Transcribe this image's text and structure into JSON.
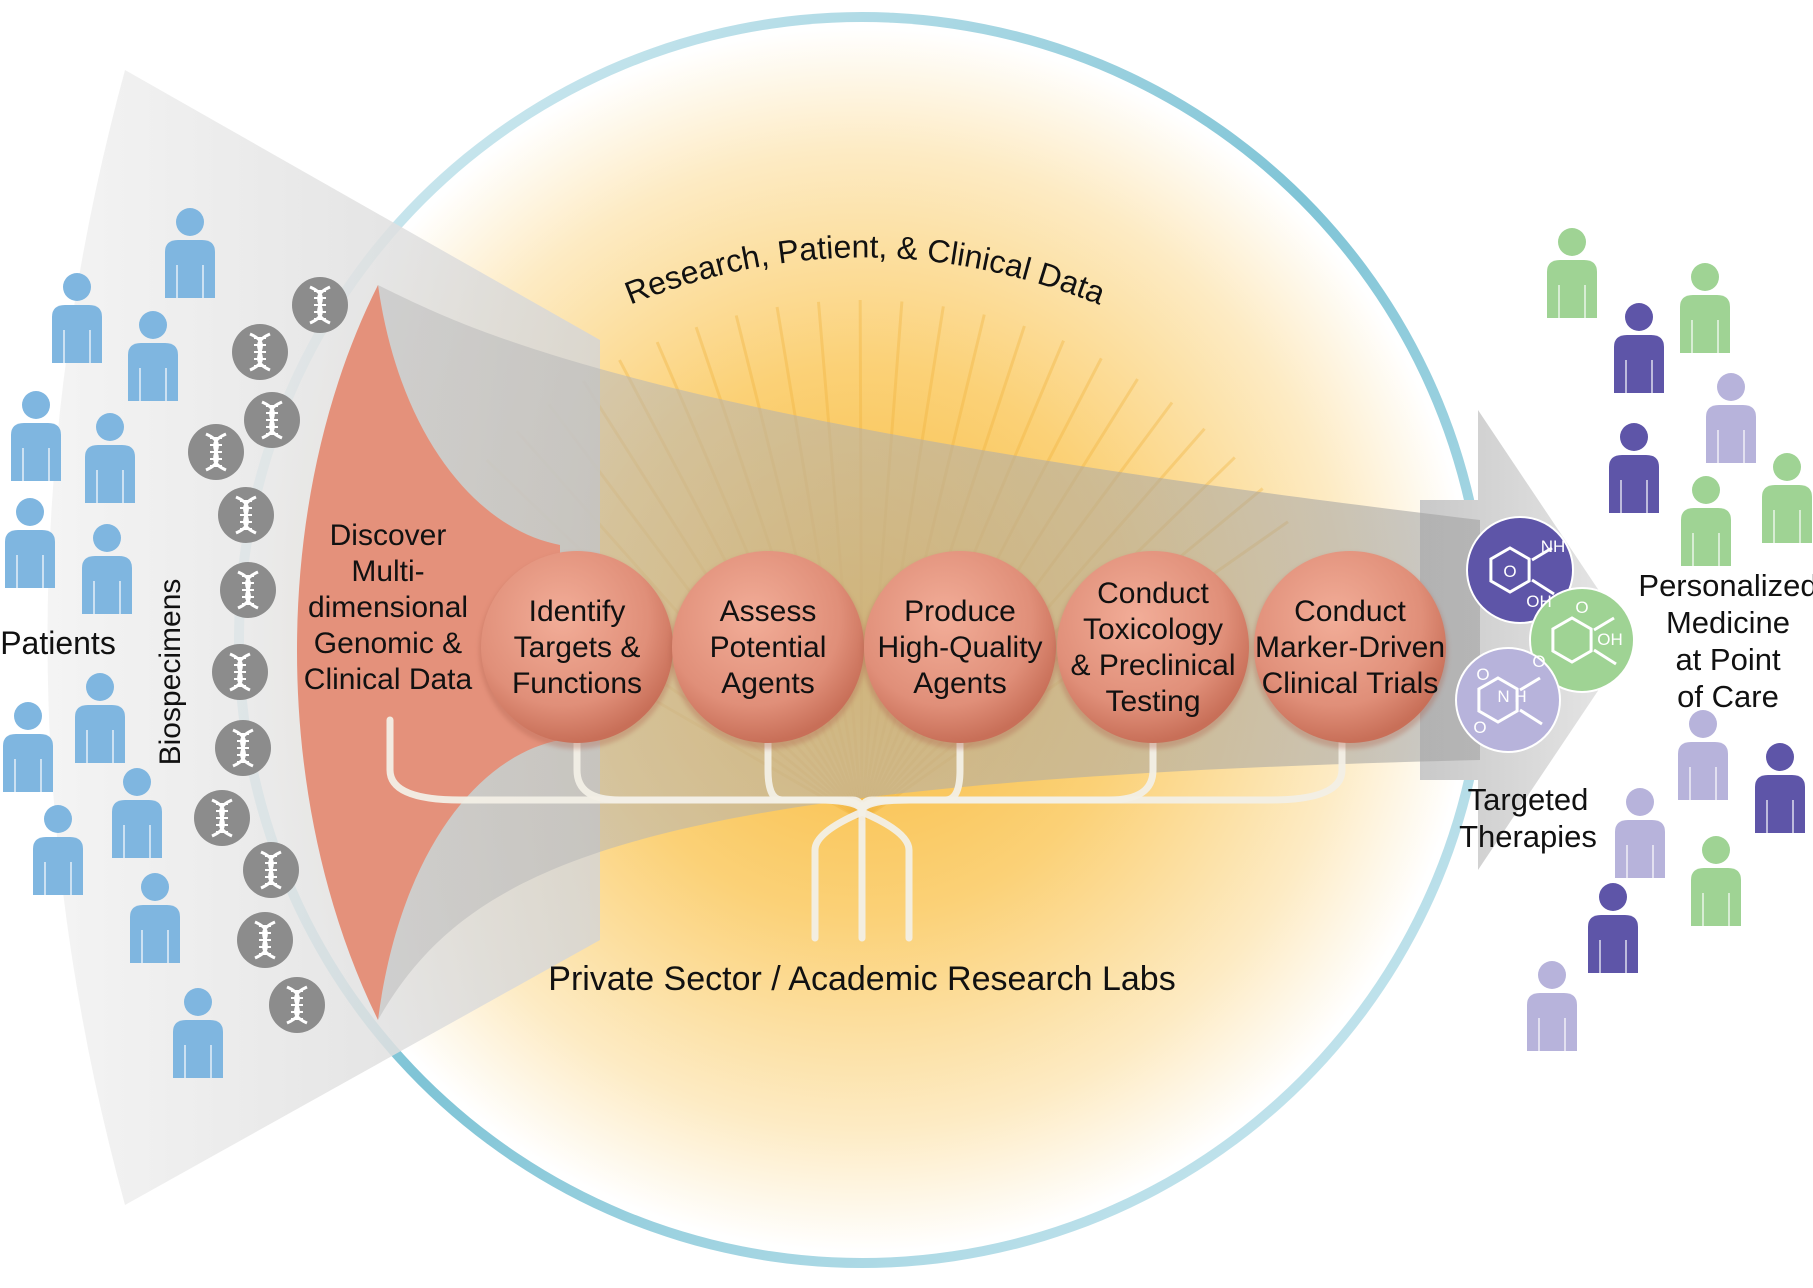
{
  "patients_label": "Patients",
  "biospecimens_label": "Biospecimens",
  "arc_label": "Research, Patient, & Clinical Data",
  "labs_label": "Private Sector / Academic Research Labs",
  "therapies_label": [
    "Targeted",
    "Therapies"
  ],
  "outcome_label": [
    "Personalized",
    "Medicine",
    "at Point",
    "of Care"
  ],
  "funnel_stage": [
    "Discover",
    "Multi-",
    "dimensional",
    "Genomic &",
    "Clinical Data"
  ],
  "stages": [
    {
      "lines": [
        "Identify",
        "Targets &",
        "Functions"
      ]
    },
    {
      "lines": [
        "Assess",
        "Potential",
        "Agents"
      ]
    },
    {
      "lines": [
        "Produce",
        "High-Quality",
        "Agents"
      ]
    },
    {
      "lines": [
        "Conduct",
        "Toxicology",
        "& Preclinical",
        "Testing"
      ]
    },
    {
      "lines": [
        "Conduct",
        "Marker-Driven",
        "Clinical Trials"
      ]
    }
  ],
  "molecule_atom_labels": [
    "O",
    "NH",
    "OH",
    "O",
    "OH",
    "O",
    "N H",
    "O",
    "O"
  ],
  "colors": {
    "patient_blue": "#7fb6e0",
    "stage_salmon": "#e0917c",
    "ring_blue": "#8fc9da",
    "core_yellow": "#f9c650",
    "green_person": "#9fd394",
    "purple_person": "#5e55a8",
    "lavender_person": "#b7b3db",
    "dna_gray": "#8c8c8c"
  },
  "icons": [
    "person-icon",
    "dna-icon",
    "molecule-icon"
  ]
}
